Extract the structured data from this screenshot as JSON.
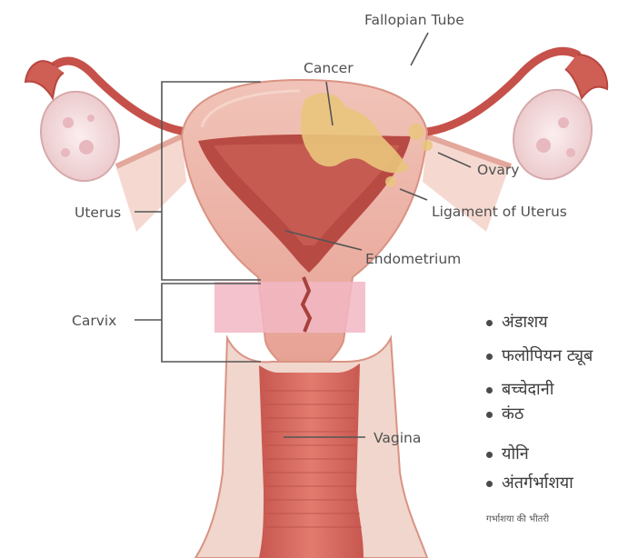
{
  "labels": {
    "fallopian_tube": "Fallopian Tube",
    "cancer": "Cancer",
    "ovary": "Ovary",
    "ligament": "Ligament of Uterus",
    "endometrium": "Endometrium",
    "uterus": "Uterus",
    "carvix": "Carvix",
    "vagina": "Vagina"
  },
  "hindi_list": {
    "items": [
      "अंडाशय",
      "फलोपियन ट्यूब",
      "बच्चेदानी",
      "कंठ",
      "योनि",
      "अंतर्गर्भाशया"
    ],
    "note": "गर्भाशया की भीतरी"
  },
  "colors": {
    "tissue": "#e8a59a",
    "tissue_light": "#f4c6bb",
    "cavity": "#b94b45",
    "tube": "#c6514a",
    "cancer": "#e9c57c",
    "cervix_band": "#f2b7c3",
    "bracket": "#555555"
  }
}
